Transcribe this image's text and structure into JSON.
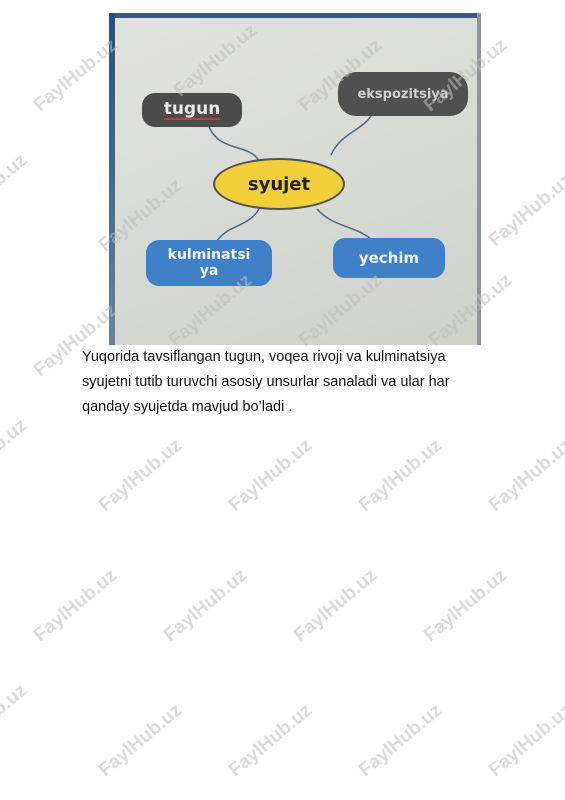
{
  "watermark": "FaylHub.uz",
  "diagram": {
    "center": "syujet",
    "nodes": {
      "tugun": "tugun",
      "ekspozitsiya": "ekspozitsiya",
      "kulminatsiya_line1": "kulminatsi",
      "kulminatsiya_line2": "ya",
      "yechim": "yechim"
    },
    "colors": {
      "dark_node": "#4b4b4b",
      "center_node": "#f0cf3a",
      "blue_node": "#3f80c8"
    }
  },
  "paragraph": {
    "lines": [
      "Yuqorida tavsiflangan tugun, voqea rivoji va kulminatsiya",
      "syujetni tutib turuvchi  asosiy unsurlar  sanaladi va  ular har",
      "qanday  syujetda mavjud bo’ladi ."
    ]
  }
}
